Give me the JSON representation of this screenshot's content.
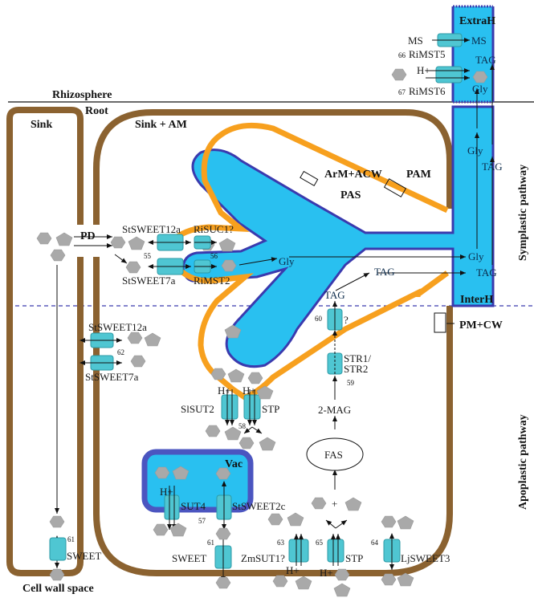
{
  "colors": {
    "cell_wall": "#8B6230",
    "arbuscule_membrane": "#F7A01E",
    "fungus_fill": "#29C0F0",
    "fungus_border": "#3A3AAE",
    "transporter": "#4FC6D2",
    "sugar": "#A9A9A9",
    "vacuole_border": "#4B55C0"
  },
  "regions": {
    "rhizosphere": "Rhizosphere",
    "root": "Root",
    "sink": "Sink",
    "sink_am": "Sink + AM",
    "extra_hyphae": "ExtraH",
    "inter_hyphae": "InterH",
    "pas": "PAS",
    "arm_acw": "ArM+ACW",
    "pam": "PAM",
    "pm_cw": "PM+CW",
    "vacuole": "Vac",
    "cell_wall_space": "Cell wall space",
    "pd": "PD",
    "symplastic": "Symplastic pathway",
    "apoplastic": "Apoplastic pathway"
  },
  "transporters": {
    "rimst5": {
      "label": "RiMST5",
      "ref": "66"
    },
    "rimst6": {
      "label": "RiMST6",
      "ref": "67"
    },
    "stsweet12a_top": {
      "label": "StSWEET12a",
      "ref": "55"
    },
    "stsweet7a_top": {
      "label": "StSWEET7a"
    },
    "risuc1": {
      "label": "RiSUC1?",
      "ref": "56"
    },
    "rimst2": {
      "label": "RiMST2"
    },
    "stsweet12a_mid": {
      "label": "StSWEET12a",
      "ref": "62"
    },
    "stsweet7a_mid": {
      "label": "StSWEET7a"
    },
    "slsut2": {
      "label": "SlSUT2",
      "ref": "58"
    },
    "stp_peri": {
      "label": "STP"
    },
    "unknown": {
      "label": "?",
      "ref": "60"
    },
    "str": {
      "label1": "STR1/",
      "label2": "STR2",
      "ref": "59"
    },
    "sut4": {
      "label": "SUT4",
      "ref": "57"
    },
    "stsweet2c": {
      "label": "StSWEET2c"
    },
    "sweet_left": {
      "label": "SWEET",
      "ref": "61"
    },
    "sweet_bottom": {
      "label": "SWEET",
      "ref": "61"
    },
    "zmsut1": {
      "label": "ZmSUT1?",
      "ref": "63"
    },
    "stp_bottom": {
      "label": "STP",
      "ref": "65"
    },
    "ljsweet3": {
      "label": "LjSWEET3",
      "ref": "64"
    }
  },
  "metabolites": {
    "ms": "MS",
    "h_plus": "H+",
    "gly": "Gly",
    "tag": "TAG",
    "two_mag": "2-MAG",
    "fas": "FAS",
    "plus": "+"
  }
}
